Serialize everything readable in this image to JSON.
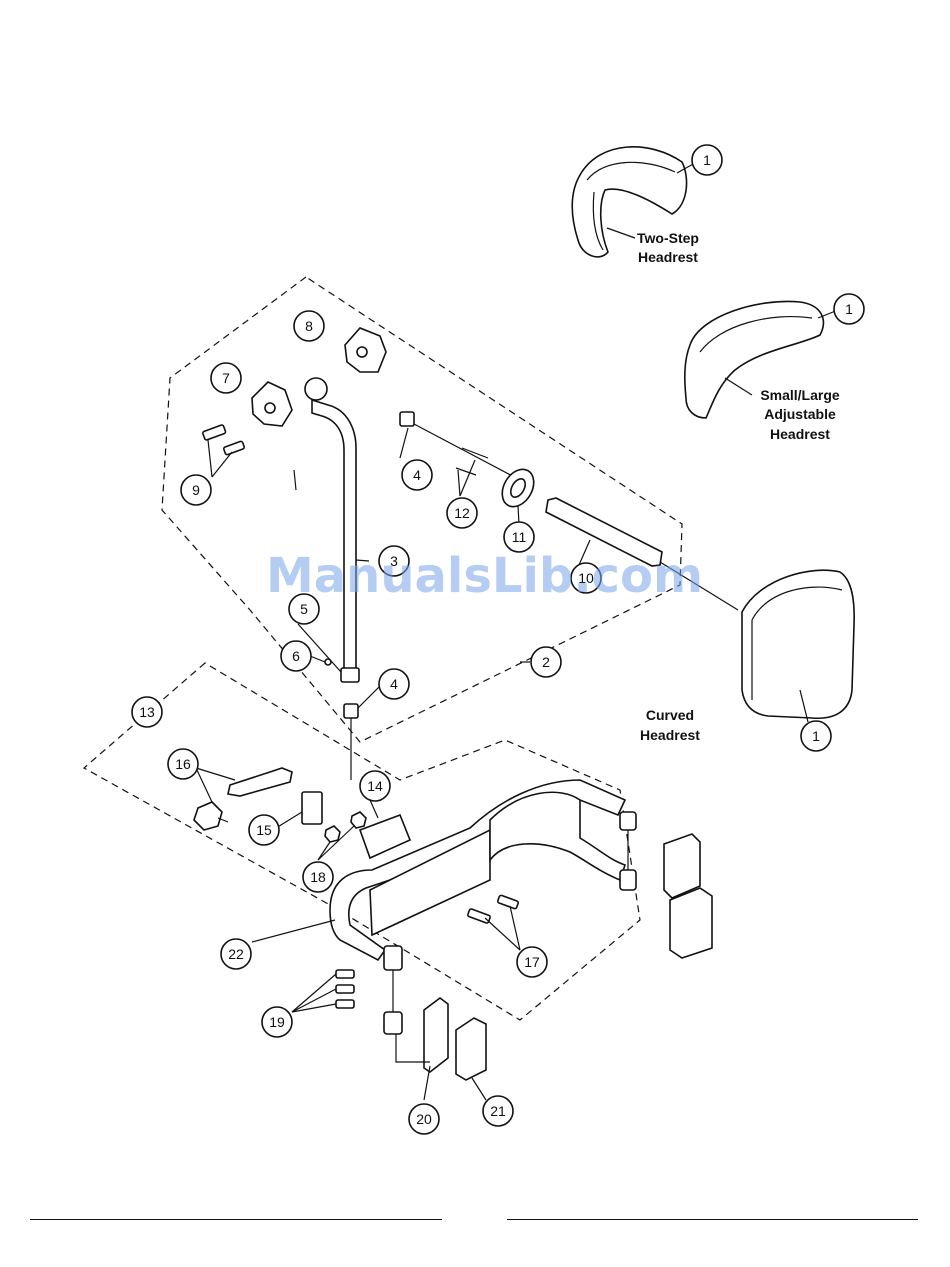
{
  "captions": {
    "two_step": [
      "Two-Step",
      "Headrest"
    ],
    "small_large": [
      "Small/Large",
      "Adjustable",
      "Headrest"
    ],
    "curved": [
      "Curved",
      "Headrest"
    ]
  },
  "callouts": {
    "c1a": "1",
    "c1b": "1",
    "c1c": "1",
    "c2": "2",
    "c3": "3",
    "c4a": "4",
    "c4b": "4",
    "c5": "5",
    "c6": "6",
    "c7": "7",
    "c8": "8",
    "c9": "9",
    "c10": "10",
    "c11": "11",
    "c12": "12",
    "c13": "13",
    "c14": "14",
    "c15": "15",
    "c16": "16",
    "c17": "17",
    "c18": "18",
    "c19": "19",
    "c20": "20",
    "c21": "21",
    "c22": "22"
  },
  "watermark": "ManualsLib.com"
}
